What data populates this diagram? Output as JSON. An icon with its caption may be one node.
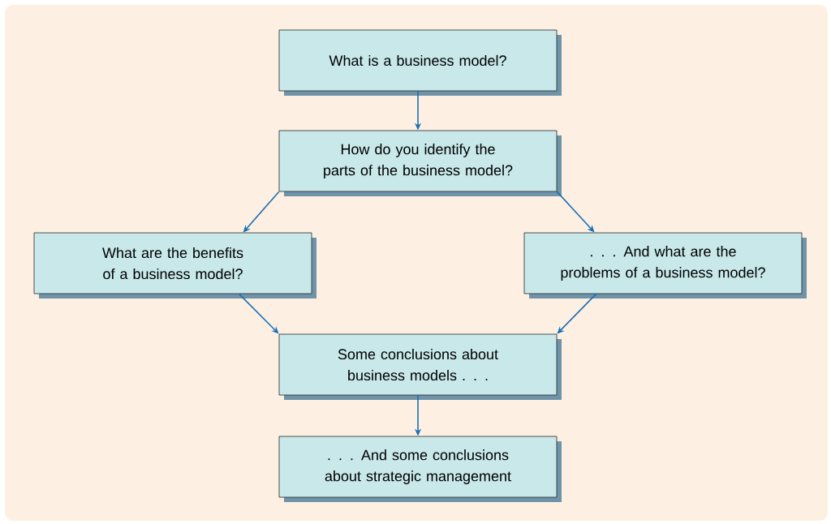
{
  "diagram": {
    "nodes": [
      {
        "text": [
          "What is a business model?"
        ]
      },
      {
        "text": [
          "How do you identify the parts of the business model?"
        ]
      },
      {
        "text": [
          "What are the benefits of a business model?"
        ]
      },
      {
        "text": [
          ". . . And what are the problems of a business model?"
        ]
      },
      {
        "text": [
          "Some conclusions about business models . . ."
        ]
      },
      {
        "text": [
          ". . . And some conclusions about strategic management"
        ]
      }
    ],
    "edges": [
      {
        "from": 0,
        "to": 1,
        "arrow": "to"
      },
      {
        "from": 1,
        "to": 2,
        "arrow": "to"
      },
      {
        "from": 1,
        "to": 3,
        "arrow": "to"
      },
      {
        "from": 2,
        "to": 4,
        "arrow": "to"
      },
      {
        "from": 3,
        "to": 4,
        "arrow": "to"
      },
      {
        "from": 4,
        "to": 5,
        "arrow": "to"
      }
    ]
  }
}
